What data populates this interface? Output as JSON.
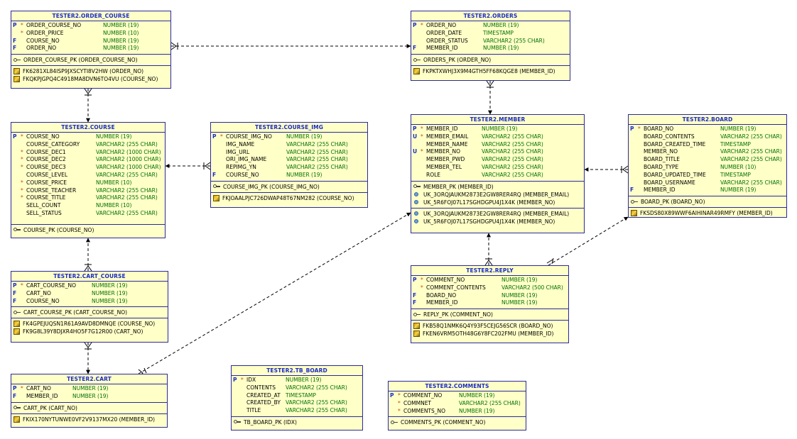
{
  "entities": {
    "order_course": {
      "title": "TESTER2.ORDER_COURSE",
      "columns": [
        {
          "flag": "P",
          "req": "*",
          "name": "ORDER_COURSE_NO",
          "type": "NUMBER (19)"
        },
        {
          "flag": "",
          "req": "*",
          "name": "ORDER_PRICE",
          "type": "NUMBER (10)"
        },
        {
          "flag": "F",
          "req": "",
          "name": "COURSE_NO",
          "type": "NUMBER (19)"
        },
        {
          "flag": "F",
          "req": "",
          "name": "ORDER_NO",
          "type": "NUMBER (19)"
        }
      ],
      "pks": [
        "ORDER_COURSE_PK (ORDER_COURSE_NO)"
      ],
      "fks": [
        "FK6281XL84ISP9JXSCYTI8V2HW (ORDER_NO)",
        "FKQKPJGPQ4C4918MA8DVN6TO4VU (COURSE_NO)"
      ]
    },
    "orders": {
      "title": "TESTER2.ORDERS",
      "columns": [
        {
          "flag": "P",
          "req": "*",
          "name": "ORDER_NO",
          "type": "NUMBER (19)"
        },
        {
          "flag": "",
          "req": "",
          "name": "ORDER_DATE",
          "type": "TIMESTAMP"
        },
        {
          "flag": "",
          "req": "",
          "name": "ORDER_STATUS",
          "type": "VARCHAR2 (255 CHAR)"
        },
        {
          "flag": "F",
          "req": "",
          "name": "MEMBER_ID",
          "type": "NUMBER (19)"
        }
      ],
      "pks": [
        "ORDERS_PK (ORDER_NO)"
      ],
      "fks": [
        "FKPKTXWHJ3X9M4GTH5FF68KQGE8 (MEMBER_ID)"
      ]
    },
    "course": {
      "title": "TESTER2.COURSE",
      "columns": [
        {
          "flag": "P",
          "req": "*",
          "name": "COURSE_NO",
          "type": "NUMBER (19)"
        },
        {
          "flag": "",
          "req": "",
          "name": "COURSE_CATEGORY",
          "type": "VARCHAR2 (255 CHAR)"
        },
        {
          "flag": "",
          "req": "*",
          "name": "COURSE_DEC1",
          "type": "VARCHAR2 (1000 CHAR)"
        },
        {
          "flag": "",
          "req": "*",
          "name": "COURSE_DEC2",
          "type": "VARCHAR2 (1000 CHAR)"
        },
        {
          "flag": "",
          "req": "*",
          "name": "COURSE_DEC3",
          "type": "VARCHAR2 (1000 CHAR)"
        },
        {
          "flag": "",
          "req": "",
          "name": "COURSE_LEVEL",
          "type": "VARCHAR2 (255 CHAR)"
        },
        {
          "flag": "",
          "req": "*",
          "name": "COURSE_PRICE",
          "type": "NUMBER (10)"
        },
        {
          "flag": "",
          "req": "*",
          "name": "COURSE_TEACHER",
          "type": "VARCHAR2 (255 CHAR)"
        },
        {
          "flag": "",
          "req": "*",
          "name": "COURSE_TITLE",
          "type": "VARCHAR2 (255 CHAR)"
        },
        {
          "flag": "",
          "req": "",
          "name": "SELL_COUNT",
          "type": "NUMBER (10)"
        },
        {
          "flag": "",
          "req": "",
          "name": "SELL_STATUS",
          "type": "VARCHAR2 (255 CHAR)"
        }
      ],
      "pks": [
        "COURSE_PK (COURSE_NO)"
      ],
      "fks": []
    },
    "course_img": {
      "title": "TESTER2.COURSE_IMG",
      "columns": [
        {
          "flag": "P",
          "req": "*",
          "name": "COURSE_IMG_NO",
          "type": "NUMBER (19)"
        },
        {
          "flag": "",
          "req": "",
          "name": "IMG_NAME",
          "type": "VARCHAR2 (255 CHAR)"
        },
        {
          "flag": "",
          "req": "",
          "name": "IMG_URL",
          "type": "VARCHAR2 (255 CHAR)"
        },
        {
          "flag": "",
          "req": "",
          "name": "ORI_IMG_NAME",
          "type": "VARCHAR2 (255 CHAR)"
        },
        {
          "flag": "",
          "req": "",
          "name": "REPIMG_YN",
          "type": "VARCHAR2 (255 CHAR)"
        },
        {
          "flag": "F",
          "req": "",
          "name": "COURSE_NO",
          "type": "NUMBER (19)"
        }
      ],
      "pks": [
        "COURSE_IMG_PK (COURSE_IMG_NO)"
      ],
      "fks": [
        "FKJOAALPJC726DWAP48T67NM282 (COURSE_NO)"
      ]
    },
    "member": {
      "title": "TESTER2.MEMBER",
      "columns": [
        {
          "flag": "P",
          "req": "*",
          "name": "MEMBER_ID",
          "type": "NUMBER (19)"
        },
        {
          "flag": "U",
          "req": "*",
          "name": "MEMBER_EMAIL",
          "type": "VARCHAR2 (255 CHAR)"
        },
        {
          "flag": "",
          "req": "",
          "name": "MEMBER_NAME",
          "type": "VARCHAR2 (255 CHAR)"
        },
        {
          "flag": "U",
          "req": "*",
          "name": "MEMBER_NO",
          "type": "VARCHAR2 (255 CHAR)"
        },
        {
          "flag": "",
          "req": "",
          "name": "MEMBER_PWD",
          "type": "VARCHAR2 (255 CHAR)"
        },
        {
          "flag": "",
          "req": "",
          "name": "MEMBER_TEL",
          "type": "VARCHAR2 (255 CHAR)"
        },
        {
          "flag": "",
          "req": "",
          "name": "ROLE",
          "type": "VARCHAR2 (255 CHAR)"
        }
      ],
      "keys": [
        {
          "kind": "pk",
          "text": "MEMBER_PK (MEMBER_ID)"
        },
        {
          "kind": "uk",
          "text": "UK_3ORQJAUKM2873E2GW8RER4RQ (MEMBER_EMAIL)"
        },
        {
          "kind": "uk",
          "text": "UK_5R6FOJ07L17SGHDGPU4J1X4K (MEMBER_NO)"
        }
      ],
      "indexes": [
        "UK_3ORQJAUKM2873E2GW8RER4RQ (MEMBER_EMAIL)",
        "UK_5R6FOJ07L17SGHDGPU4J1X4K (MEMBER_NO)"
      ]
    },
    "board": {
      "title": "TESTER2.BOARD",
      "columns": [
        {
          "flag": "P",
          "req": "*",
          "name": "BOARD_NO",
          "type": "NUMBER (19)"
        },
        {
          "flag": "",
          "req": "",
          "name": "BOARD_CONTENTS",
          "type": "VARCHAR2 (255 CHAR)"
        },
        {
          "flag": "",
          "req": "",
          "name": "BOARD_CREATED_TIME",
          "type": "TIMESTAMP"
        },
        {
          "flag": "",
          "req": "",
          "name": "MEMBER_NO",
          "type": "VARCHAR2 (255 CHAR)"
        },
        {
          "flag": "",
          "req": "",
          "name": "BOARD_TITLE",
          "type": "VARCHAR2 (255 CHAR)"
        },
        {
          "flag": "",
          "req": "",
          "name": "BOARD_TYPE",
          "type": "NUMBER (10)"
        },
        {
          "flag": "",
          "req": "",
          "name": "BOARD_UPDATED_TIME",
          "type": "TIMESTAMP"
        },
        {
          "flag": "",
          "req": "",
          "name": "BOARD_USERNAME",
          "type": "VARCHAR2 (255 CHAR)"
        },
        {
          "flag": "F",
          "req": "",
          "name": "MEMBER_ID",
          "type": "NUMBER (19)"
        }
      ],
      "pks": [
        "BOARD_PK (BOARD_NO)"
      ],
      "fks": [
        "FKSDS80X89WWF6AIHINAR49RMFY (MEMBER_ID)"
      ]
    },
    "reply": {
      "title": "TESTER2.REPLY",
      "columns": [
        {
          "flag": "P",
          "req": "*",
          "name": "COMMENT_NO",
          "type": "NUMBER (19)"
        },
        {
          "flag": "",
          "req": "*",
          "name": "COMMENT_CONTENTS",
          "type": "VARCHAR2 (500 CHAR)"
        },
        {
          "flag": "F",
          "req": "",
          "name": "BOARD_NO",
          "type": "NUMBER (19)"
        },
        {
          "flag": "F",
          "req": "",
          "name": "MEMBER_ID",
          "type": "NUMBER (19)"
        }
      ],
      "pks": [
        "REPLY_PK (COMMENT_NO)"
      ],
      "fks": [
        "FKB58Q1NMK6Q4Y93F5CEJG56SCR (BOARD_NO)",
        "FKEN6VRM5OTH48G6Y8FC202FMU (MEMBER_ID)"
      ]
    },
    "cart_course": {
      "title": "TESTER2.CART_COURSE",
      "columns": [
        {
          "flag": "P",
          "req": "*",
          "name": "CART_COURSE_NO",
          "type": "NUMBER (19)"
        },
        {
          "flag": "F",
          "req": "",
          "name": "CART_NO",
          "type": "NUMBER (19)"
        },
        {
          "flag": "F",
          "req": "",
          "name": "COURSE_NO",
          "type": "NUMBER (19)"
        }
      ],
      "pks": [
        "CART_COURSE_PK (CART_COURSE_NO)"
      ],
      "fks": [
        "FK4GPEJUQSN1R61A9AVD8DMNQE (COURSE_NO)",
        "FK9G8L39Y8DJXR4HO5F7G12R00 (CART_NO)"
      ]
    },
    "cart": {
      "title": "TESTER2.CART",
      "columns": [
        {
          "flag": "P",
          "req": "*",
          "name": "CART_NO",
          "type": "NUMBER (19)"
        },
        {
          "flag": "F",
          "req": "",
          "name": "MEMBER_ID",
          "type": "NUMBER (19)"
        }
      ],
      "pks": [
        "CART_PK (CART_NO)"
      ],
      "fks": [
        "FKIX170NYTUNWE0VF2V9137MX20 (MEMBER_ID)"
      ]
    },
    "tb_board": {
      "title": "TESTER2.TB_BOARD",
      "columns": [
        {
          "flag": "P",
          "req": "*",
          "name": "IDX",
          "type": "NUMBER (19)"
        },
        {
          "flag": "",
          "req": "",
          "name": "CONTENTS",
          "type": "VARCHAR2 (255 CHAR)"
        },
        {
          "flag": "",
          "req": "",
          "name": "CREATED_AT",
          "type": "TIMESTAMP"
        },
        {
          "flag": "",
          "req": "",
          "name": "CREATED_BY",
          "type": "VARCHAR2 (255 CHAR)"
        },
        {
          "flag": "",
          "req": "",
          "name": "TITLE",
          "type": "VARCHAR2 (255 CHAR)"
        }
      ],
      "pks": [
        "TB_BOARD_PK (IDX)"
      ],
      "fks": []
    },
    "comments": {
      "title": "TESTER2.COMMENTS",
      "columns": [
        {
          "flag": "P",
          "req": "*",
          "name": "COMMENT_NO",
          "type": "NUMBER (19)"
        },
        {
          "flag": "",
          "req": "*",
          "name": "COMMNET",
          "type": "VARCHAR2 (255 CHAR)"
        },
        {
          "flag": "",
          "req": "*",
          "name": "COMMENTS_NO",
          "type": "NUMBER (19)"
        }
      ],
      "pks": [
        "COMMENTS_PK (COMMENT_NO)"
      ],
      "fks": []
    }
  },
  "colors": {
    "entity_fill": "#ffffc8",
    "entity_border": "#2a2a9c",
    "title_text": "#1a2ac8",
    "type_text": "#007000",
    "relationship_line": "#000000"
  }
}
